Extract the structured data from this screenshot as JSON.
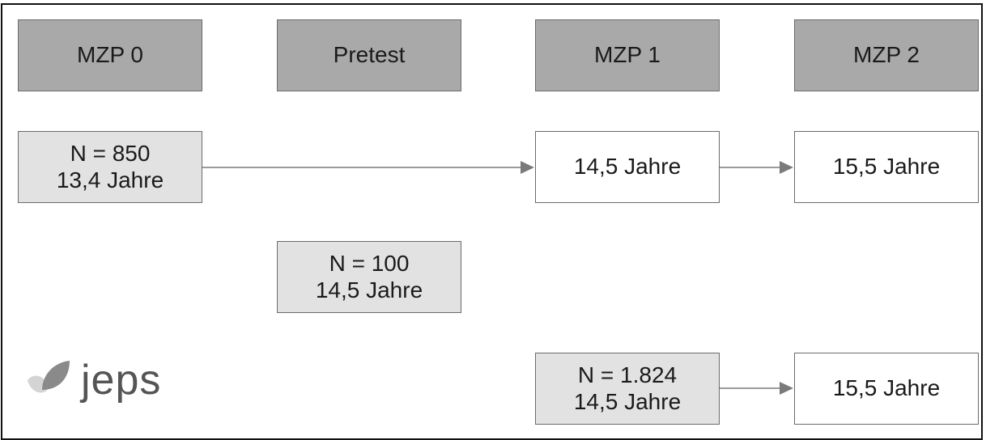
{
  "headers": [
    "MZP 0",
    "Pretest",
    "MZP 1",
    "MZP 2"
  ],
  "cohort1": {
    "start_n": "N = 850",
    "start_age": "13,4 Jahre",
    "mzp1_age": "14,5 Jahre",
    "mzp2_age": "15,5 Jahre"
  },
  "pretest": {
    "n": "N = 100",
    "age": "14,5 Jahre"
  },
  "cohort2": {
    "start_n": "N = 1.824",
    "start_age": "14,5 Jahre",
    "mzp2_age": "15,5 Jahre"
  },
  "logo": {
    "text": "jeps"
  },
  "colors": {
    "header_fill": "#a9a9a9",
    "sample_fill": "#e2e2e2",
    "arrow": "#7a7a7a"
  }
}
